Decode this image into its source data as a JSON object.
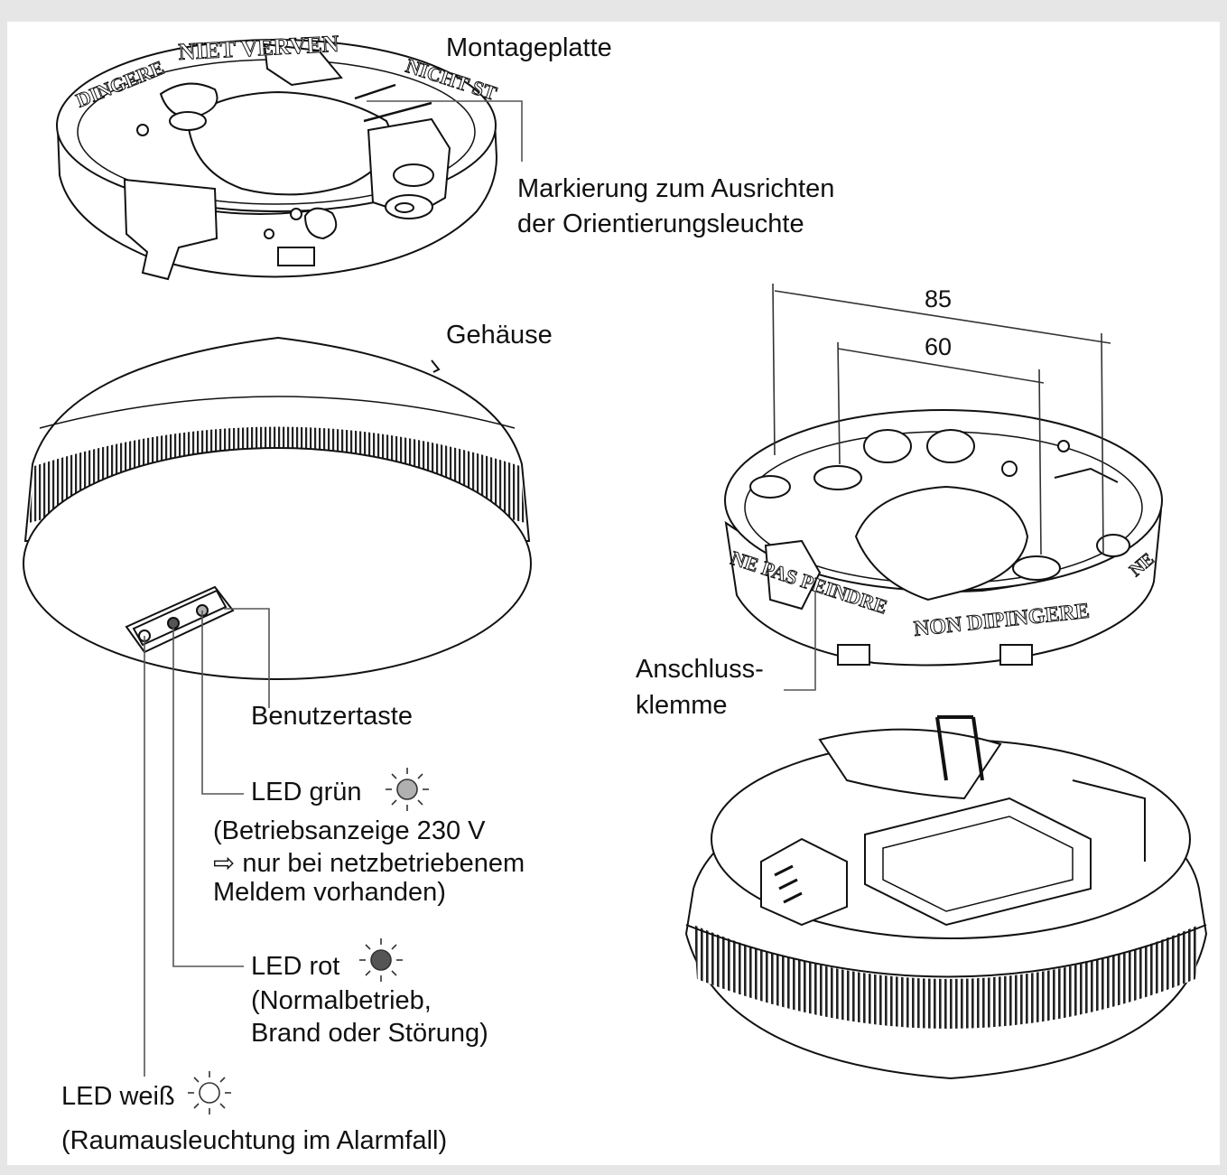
{
  "labels": {
    "montageplatte": "Montageplatte",
    "markierung_line1": "Markierung zum Ausrichten",
    "markierung_line2": "der Orientierungsleuchte",
    "gehaeuse": "Gehäuse",
    "benutzertaste": "Benutzertaste",
    "led_gruen": "LED grün",
    "led_gruen_desc_line1": "(Betriebsanzeige 230 V",
    "led_gruen_desc_line2": "⇨ nur bei netzbetriebenem",
    "led_gruen_desc_line3": "Meldem vorhanden)",
    "led_rot": "LED rot",
    "led_rot_desc_line1": "(Normalbetrieb,",
    "led_rot_desc_line2": "Brand oder Störung)",
    "led_weiss": "LED weiß",
    "led_weiss_desc": "(Raumausleuchtung im Alarmfall)",
    "anschluss_line1": "Anschluss-",
    "anschluss_line2": "klemme",
    "dim_85": "85",
    "dim_60": "60"
  },
  "plate_engravings": {
    "top_left": "DINGERE",
    "top_center": "NIET VERVEN",
    "top_right": "NICHT ST",
    "right_front_left": "NE PAS PEINDRE",
    "right_front_center": "NON DIPINGERE",
    "right_front_right": "NE"
  },
  "colors": {
    "led_green": "#b0b0b0",
    "led_red": "#555555",
    "led_white": "#ffffff",
    "line": "#111111",
    "leader": "#666666"
  }
}
